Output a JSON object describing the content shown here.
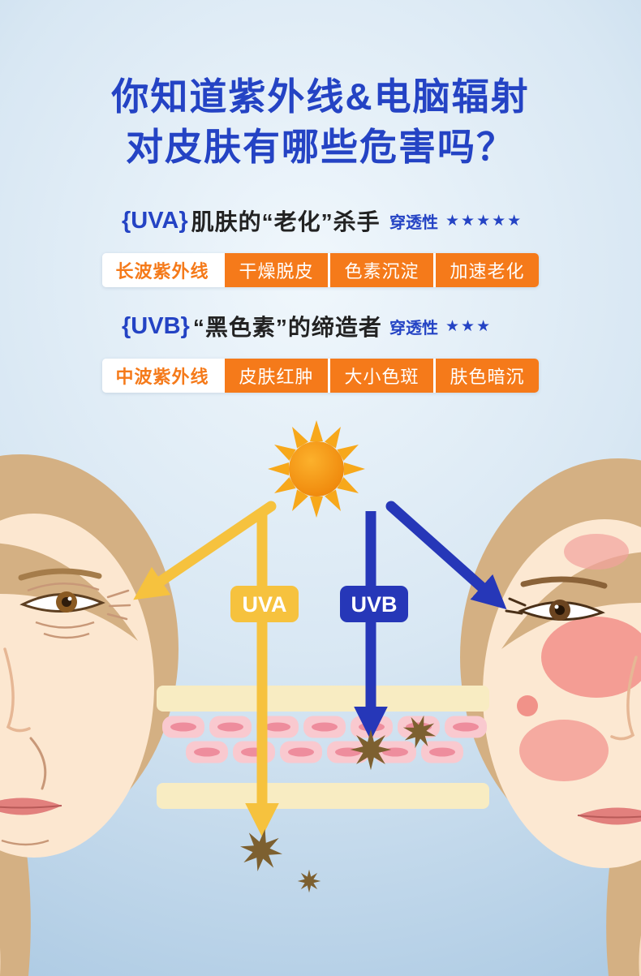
{
  "page": {
    "title_line1": "你知道紫外线&电脑辐射",
    "title_line2": "对皮肤有哪些危害吗？"
  },
  "sections": [
    {
      "tag": "{UVA}",
      "heading": "肌肤的“老化”杀手",
      "penetration_label": "穿透性",
      "stars": "★★★★★",
      "row_label": "长波紫外线",
      "effects": [
        "干燥脱皮",
        "色素沉淀",
        "加速老化"
      ]
    },
    {
      "tag": "{UVB}",
      "heading": "“黑色素”的缔造者",
      "penetration_label": "穿透性",
      "stars": "★★★",
      "row_label": "中波紫外线",
      "effects": [
        "皮肤红肿",
        "大小色斑",
        "肤色暗沉"
      ]
    }
  ],
  "diagram": {
    "uva_label": "UVA",
    "uvb_label": "UVB",
    "sun_icon": "sun",
    "damage_icon": "starburst"
  },
  "colors": {
    "background_blue": "#b4cfe6",
    "title_blue": "#2443c4",
    "accent_orange": "#f57a1a",
    "uva_yellow": "#f6c23e",
    "uvb_blue": "#2637b8",
    "star_blue": "#2443c4",
    "skin_band_cream": "#f8ecc2",
    "cell_pink": "#f9c9cf",
    "cell_nucleus_pink": "#ee8d9d",
    "burst_brown": "#7d6030",
    "hair_tan": "#d4b083",
    "skin_tone": "#fce7d0"
  }
}
